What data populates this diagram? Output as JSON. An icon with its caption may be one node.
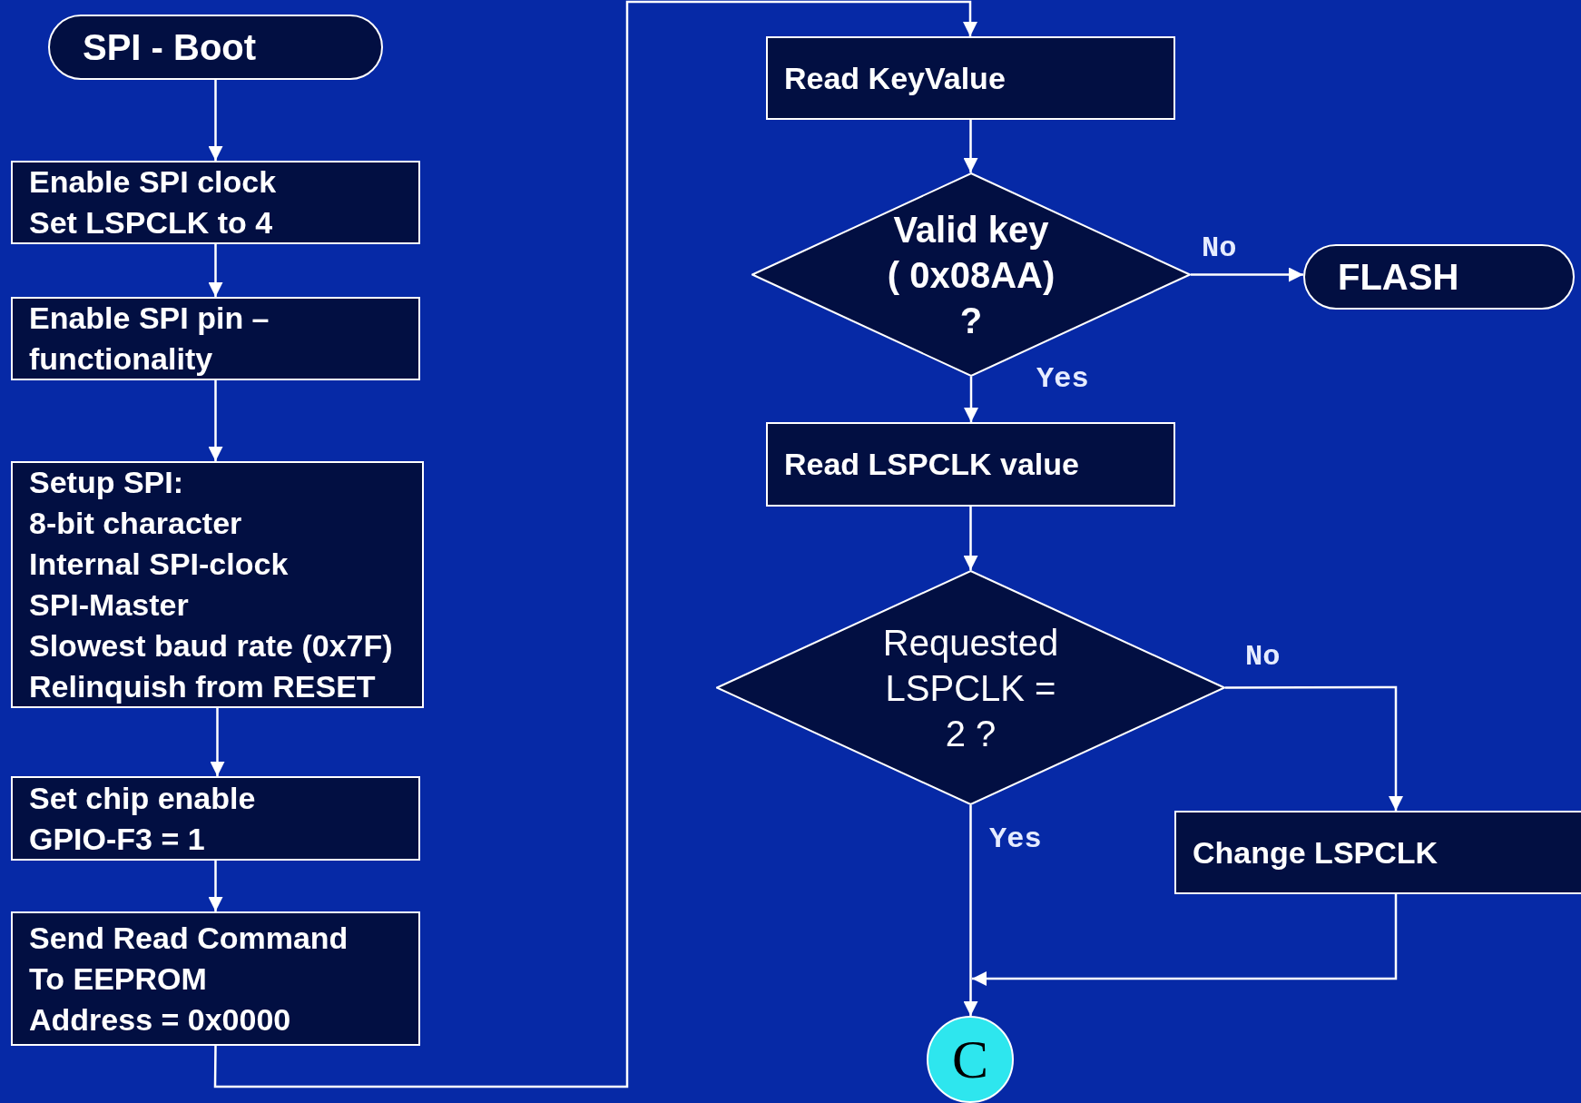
{
  "diagram": {
    "nodes": [
      {
        "text": [
          "SPI - Boot"
        ]
      },
      {
        "text": [
          "Enable SPI clock",
          "Set LSPCLK to 4"
        ]
      },
      {
        "text": [
          "Enable SPI pin – functionality"
        ]
      },
      {
        "text": [
          "Setup SPI:",
          "8-bit character",
          "Internal SPI-clock",
          "SPI-Master",
          "Slowest baud rate (0x7F)",
          "Relinquish from RESET"
        ]
      },
      {
        "text": [
          "Set chip enable",
          "GPIO-F3 = 1"
        ]
      },
      {
        "text": [
          "Send Read Command To EEPROM",
          "Address = 0x0000"
        ]
      },
      {
        "text": [
          "Read KeyValue"
        ]
      },
      {
        "text": [
          "Valid  key ( 0x08AA) ?"
        ]
      },
      {
        "text": [
          "FLASH"
        ]
      },
      {
        "text": [
          "Read LSPCLK value"
        ]
      },
      {
        "text": [
          "Requested LSPCLK = 2 ?"
        ]
      },
      {
        "text": [
          "Change LSPCLK"
        ]
      },
      {
        "text": [
          "C"
        ]
      }
    ],
    "edges": [
      {
        "from": 0,
        "to": 1,
        "arrow": "to"
      },
      {
        "from": 1,
        "to": 2,
        "arrow": "to"
      },
      {
        "from": 2,
        "to": 3,
        "arrow": "to"
      },
      {
        "from": 3,
        "to": 4,
        "arrow": "to"
      },
      {
        "from": 4,
        "to": 5,
        "arrow": "to"
      },
      {
        "from": 5,
        "to": 6,
        "arrow": "to"
      },
      {
        "from": 6,
        "to": 7,
        "arrow": "to"
      },
      {
        "from": 7,
        "to": 8,
        "arrow": "to",
        "label": "No"
      },
      {
        "from": 7,
        "to": 9,
        "arrow": "to",
        "label": "Yes"
      },
      {
        "from": 9,
        "to": 10,
        "arrow": "to"
      },
      {
        "from": 10,
        "to": 11,
        "arrow": "to",
        "label": "No"
      },
      {
        "from": 10,
        "to": 12,
        "arrow": "to",
        "label": "Yes"
      },
      {
        "from": 11,
        "to": 12,
        "arrow": "to"
      }
    ]
  }
}
